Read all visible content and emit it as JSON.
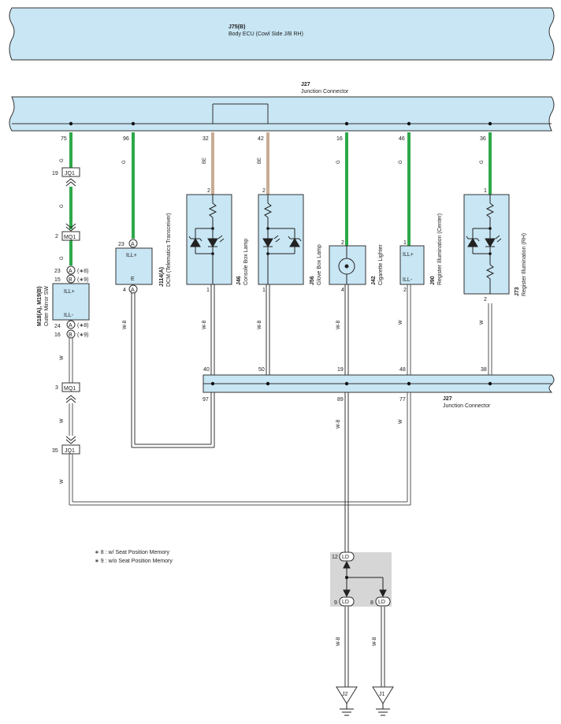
{
  "ecu": {
    "code": "J75(B)",
    "name": "Body ECU (Cowl Side J/B RH)"
  },
  "jc_top": {
    "code": "J27",
    "name": "Junction Connector",
    "pins": [
      "75",
      "96",
      "32",
      "42",
      "16",
      "46",
      "36"
    ]
  },
  "jc_bottom": {
    "code": "J27",
    "name": "Junction Connector",
    "pins_top": [
      "40",
      "50",
      "19",
      "48",
      "38"
    ],
    "pins_bottom": [
      "97",
      "89",
      "77"
    ]
  },
  "wire_colors": {
    "g": "G",
    "be": "BE",
    "w": "W",
    "wb": "W-B"
  },
  "mirror": {
    "code": "M18(A), M19(B)",
    "name": "Outer Mirror SW",
    "ill_plus": "ILL+",
    "ill_minus": "ILL-",
    "pin_a_top": "23",
    "pin_b_top": "15",
    "pin_a_bot": "24",
    "pin_b_bot": "16",
    "letter_a": "A",
    "letter_b": "B",
    "note_a": "(∗8)",
    "note_b": "(∗9)"
  },
  "jq1": "JQ1",
  "mq1": "MQ1",
  "pins_misc": {
    "jq1_top": "19",
    "mq1_top": "2",
    "mq1_bot": "3",
    "jq1_bot": "35"
  },
  "dcm": {
    "code": "J114(A)",
    "name": "DCM (Telematics Transceiver)",
    "ill_plus": "ILL+",
    "e": "E",
    "pin_top": "23",
    "pin_bot": "4",
    "letter": "A"
  },
  "console": {
    "code": "J46",
    "name": "Console Box Lamp",
    "pin_top": "2",
    "pin_bot": "1"
  },
  "glove": {
    "code": "J56",
    "name": "Glove Box Lamp",
    "pin_top": "2",
    "pin_bot": "1"
  },
  "cig": {
    "code": "J42",
    "name": "Cigarette Lighter",
    "pin_top": "2",
    "pin_bot": "4"
  },
  "reg_c": {
    "code": "J90",
    "name": "Register Illumination (Center)",
    "ill_plus": "ILL+",
    "ill_minus": "ILL-",
    "pin_top": "1",
    "pin_bot": "2"
  },
  "reg_rh": {
    "code": "J73",
    "name": "Register Illumination (RH)",
    "pin_top": "1",
    "pin_bot": "2"
  },
  "notes": [
    "∗ 8 : w/ Seat Position Memory",
    "∗ 9 : w/o Seat Position Memory"
  ],
  "ld": {
    "label": "LD",
    "pin_in": "12",
    "pin_out1": "9",
    "pin_out2": "8"
  },
  "grounds": [
    "J2",
    "J1"
  ]
}
